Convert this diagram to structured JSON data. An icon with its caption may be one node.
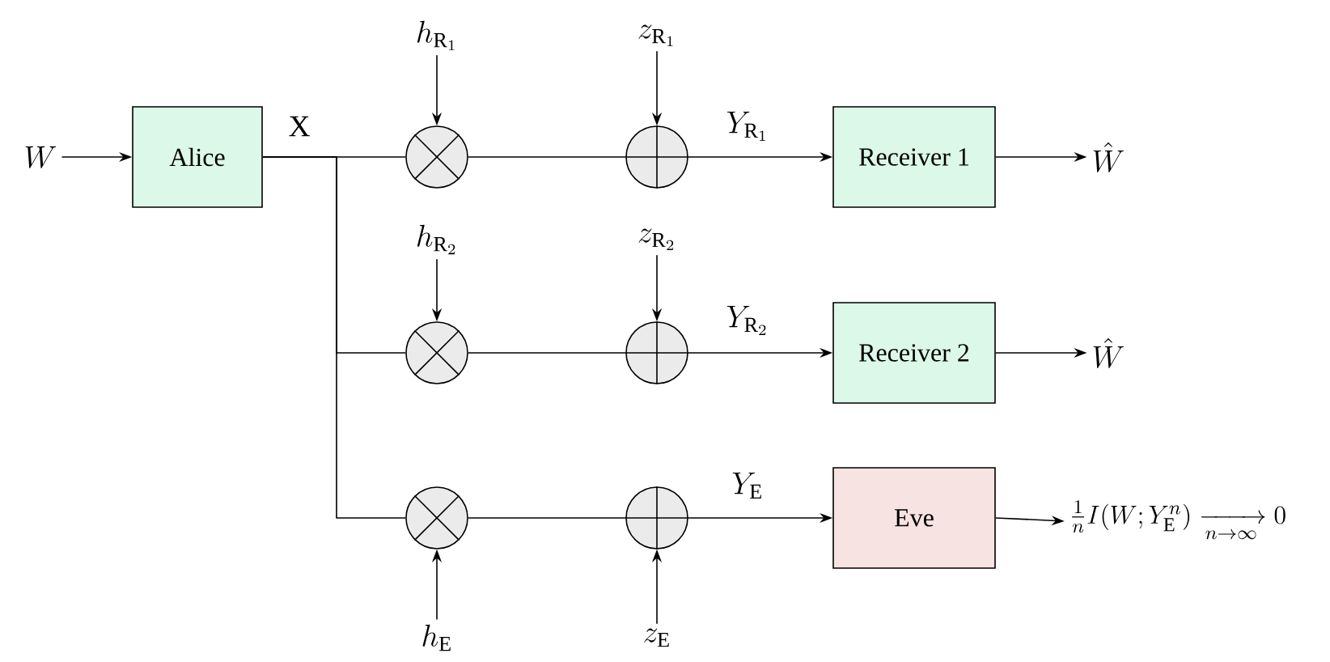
{
  "diagram": {
    "nodes": [
      {
        "text": [
          "W"
        ]
      },
      {
        "text": [
          "Alice"
        ]
      },
      {
        "text": [
          "h_{\\mathrm{R}_1}"
        ]
      },
      {
        "text": [
          "z_{\\mathrm{R}_1}"
        ]
      },
      {
        "text": [],
        "shape": "multiplier"
      },
      {
        "text": [],
        "shape": "adder"
      },
      {
        "text": [
          "Receiver 1"
        ]
      },
      {
        "text": [
          "\\hat{W}"
        ]
      },
      {
        "text": [
          "h_{\\mathrm{R}_2}"
        ]
      },
      {
        "text": [
          "z_{\\mathrm{R}_2}"
        ]
      },
      {
        "text": [],
        "shape": "multiplier"
      },
      {
        "text": [],
        "shape": "adder"
      },
      {
        "text": [
          "Receiver 2"
        ]
      },
      {
        "text": [
          "\\hat{W}"
        ]
      },
      {
        "text": [],
        "shape": "multiplier"
      },
      {
        "text": [],
        "shape": "adder"
      },
      {
        "text": [
          "Eve"
        ]
      },
      {
        "text": [
          "\\frac{1}{n}I(W;Y_{\\mathrm{E}}^n)\\xrightarrow[n\\to\\infty]{}0"
        ]
      },
      {
        "text": [
          "h_{\\mathrm{E}}"
        ]
      },
      {
        "text": [
          "z_{\\mathrm{E}}"
        ]
      }
    ],
    "edges": [
      {
        "from": 0,
        "to": 1,
        "arrow": "to"
      },
      {
        "from": 1,
        "to": 4,
        "arrow": "none",
        "label": "X"
      },
      {
        "from": 1,
        "to": 10,
        "arrow": "none"
      },
      {
        "from": 1,
        "to": 14,
        "arrow": "none"
      },
      {
        "from": 2,
        "to": 4,
        "arrow": "to"
      },
      {
        "from": 4,
        "to": 5,
        "arrow": "none"
      },
      {
        "from": 3,
        "to": 5,
        "arrow": "to"
      },
      {
        "from": 5,
        "to": 6,
        "arrow": "to",
        "label": "Y_{\\mathrm{R}_1}"
      },
      {
        "from": 6,
        "to": 7,
        "arrow": "to"
      },
      {
        "from": 8,
        "to": 10,
        "arrow": "to"
      },
      {
        "from": 10,
        "to": 11,
        "arrow": "none"
      },
      {
        "from": 9,
        "to": 11,
        "arrow": "to"
      },
      {
        "from": 11,
        "to": 12,
        "arrow": "to",
        "label": "Y_{\\mathrm{R}_2}"
      },
      {
        "from": 12,
        "to": 13,
        "arrow": "to"
      },
      {
        "from": 18,
        "to": 14,
        "arrow": "to"
      },
      {
        "from": 14,
        "to": 15,
        "arrow": "none"
      },
      {
        "from": 19,
        "to": 15,
        "arrow": "to"
      },
      {
        "from": 15,
        "to": 16,
        "arrow": "to",
        "label": "Y_{\\mathrm{E}}"
      },
      {
        "from": 16,
        "to": 17,
        "arrow": "to"
      }
    ]
  }
}
